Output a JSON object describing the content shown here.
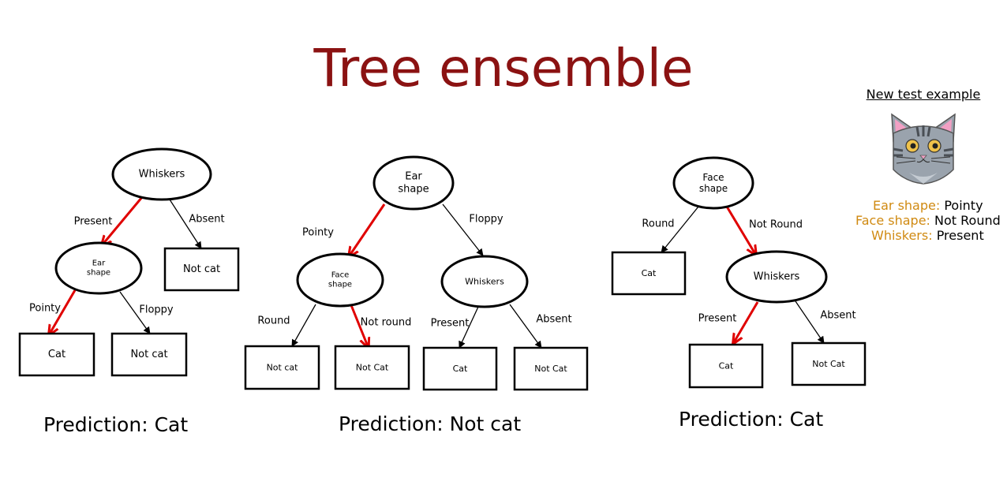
{
  "slide": {
    "title": "Tree ensemble"
  },
  "test_example": {
    "heading": "New test example",
    "cat_icon": "cat-face-icon",
    "features": [
      {
        "key": "Ear shape:",
        "value": "Pointy"
      },
      {
        "key": "Face shape:",
        "value": "Not Round"
      },
      {
        "key": "Whiskers:",
        "value": "Present"
      }
    ]
  },
  "colors": {
    "title": "#8b1212",
    "path": "#e00000",
    "feature_key": "#d08a12"
  },
  "trees": [
    {
      "nodes": [
        {
          "id": "root",
          "lines": [
            "Whiskers"
          ]
        },
        {
          "id": "left",
          "lines": [
            "Ear",
            "shape"
          ]
        },
        {
          "id": "right-leaf",
          "lines": [
            "Not cat"
          ]
        },
        {
          "id": "ll-leaf",
          "lines": [
            "Cat"
          ]
        },
        {
          "id": "lr-leaf",
          "lines": [
            "Not cat"
          ]
        }
      ],
      "edges": [
        "Present",
        "Absent",
        "Pointy",
        "Floppy"
      ],
      "prediction": "Prediction: Cat"
    },
    {
      "nodes": [
        {
          "id": "root",
          "lines": [
            "Ear",
            "shape"
          ]
        },
        {
          "id": "left",
          "lines": [
            "Face",
            "shape"
          ]
        },
        {
          "id": "right",
          "lines": [
            "Whiskers"
          ]
        },
        {
          "id": "ll-leaf",
          "lines": [
            "Not cat"
          ]
        },
        {
          "id": "lr-leaf",
          "lines": [
            "Not Cat"
          ]
        },
        {
          "id": "rl-leaf",
          "lines": [
            "Cat"
          ]
        },
        {
          "id": "rr-leaf",
          "lines": [
            "Not Cat"
          ]
        }
      ],
      "edges": [
        "Pointy",
        "Floppy",
        "Round",
        "Not round",
        "Present",
        "Absent"
      ],
      "prediction": "Prediction: Not cat"
    },
    {
      "nodes": [
        {
          "id": "root",
          "lines": [
            "Face",
            "shape"
          ]
        },
        {
          "id": "left-leaf",
          "lines": [
            "Cat"
          ]
        },
        {
          "id": "right",
          "lines": [
            "Whiskers"
          ]
        },
        {
          "id": "rl-leaf",
          "lines": [
            "Cat"
          ]
        },
        {
          "id": "rr-leaf",
          "lines": [
            "Not Cat"
          ]
        }
      ],
      "edges": [
        "Round",
        "Not Round",
        "Present",
        "Absent"
      ],
      "prediction": "Prediction: Cat"
    }
  ]
}
